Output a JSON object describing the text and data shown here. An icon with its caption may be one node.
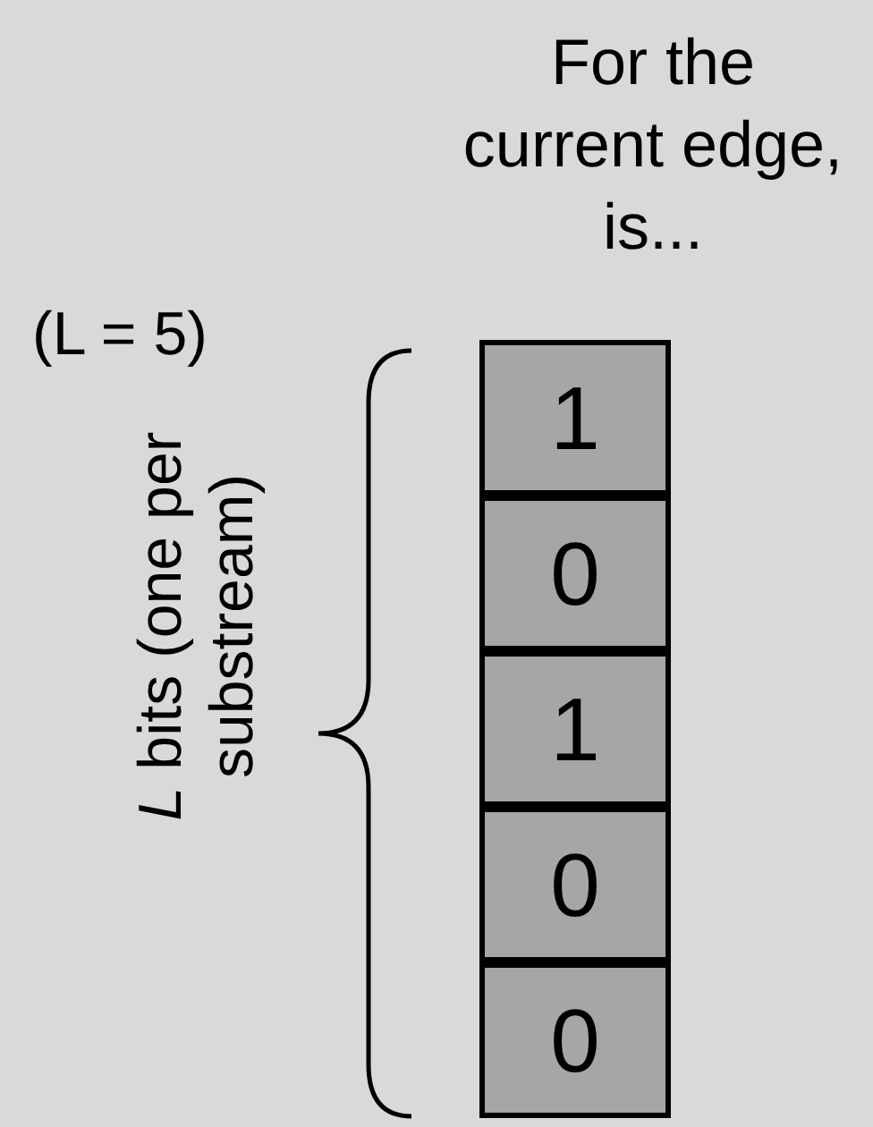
{
  "diagram": {
    "title": "For the current edge, is...",
    "nodes": [
      {
        "text": [
          "1"
        ]
      },
      {
        "text": [
          "0"
        ]
      },
      {
        "text": [
          "1"
        ]
      },
      {
        "text": [
          "0"
        ]
      },
      {
        "text": [
          "0"
        ]
      }
    ],
    "labels": [
      "(L = 5)",
      "*L* bits (one per substream)"
    ]
  }
}
